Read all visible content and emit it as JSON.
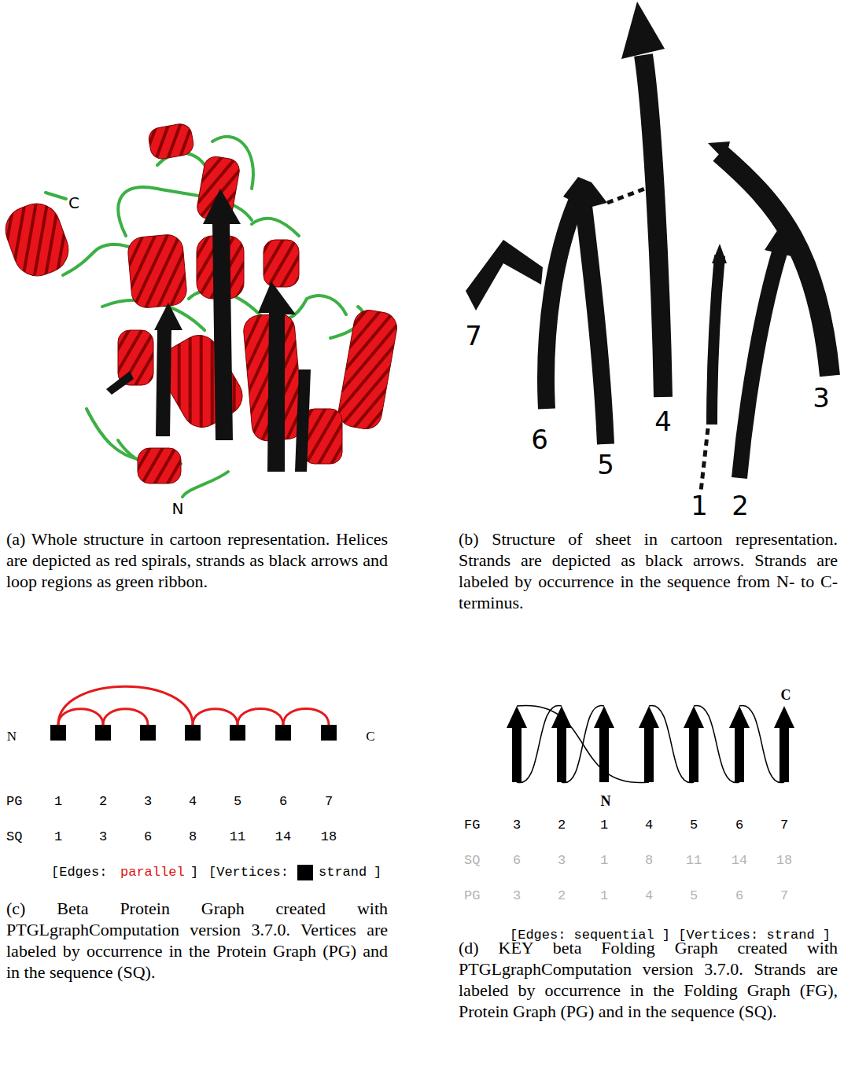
{
  "diagram": {
    "nodes": [
      {
        "text": [
          "1",
          "1"
        ]
      },
      {
        "text": [
          "2",
          "3"
        ]
      },
      {
        "text": [
          "3",
          "6"
        ]
      },
      {
        "text": [
          "4",
          "8"
        ]
      },
      {
        "text": [
          "5",
          "11"
        ]
      },
      {
        "text": [
          "6",
          "14"
        ]
      },
      {
        "text": [
          "7",
          "18"
        ]
      },
      {
        "text": [
          "3",
          "6",
          "3"
        ]
      },
      {
        "text": [
          "2",
          "3",
          "2"
        ]
      },
      {
        "text": [
          "1",
          "1",
          "1"
        ]
      },
      {
        "text": [
          "4",
          "8",
          "4"
        ]
      },
      {
        "text": [
          "5",
          "11",
          "5"
        ]
      },
      {
        "text": [
          "6",
          "14",
          "6"
        ]
      },
      {
        "text": [
          "7",
          "18",
          "7"
        ]
      }
    ],
    "edges": [
      {
        "from": 0,
        "to": 1,
        "arrow": "none"
      },
      {
        "from": 1,
        "to": 2,
        "arrow": "none"
      },
      {
        "from": 0,
        "to": 3,
        "arrow": "none"
      },
      {
        "from": 3,
        "to": 4,
        "arrow": "none"
      },
      {
        "from": 4,
        "to": 5,
        "arrow": "none"
      },
      {
        "from": 5,
        "to": 6,
        "arrow": "none"
      },
      {
        "from": 9,
        "to": 8,
        "arrow": "none"
      },
      {
        "from": 8,
        "to": 7,
        "arrow": "none"
      },
      {
        "from": 7,
        "to": 10,
        "arrow": "none"
      },
      {
        "from": 10,
        "to": 11,
        "arrow": "none"
      },
      {
        "from": 11,
        "to": 12,
        "arrow": "none"
      },
      {
        "from": 12,
        "to": 13,
        "arrow": "none"
      }
    ],
    "labels": [
      "C",
      "N",
      "7",
      "6",
      "5",
      "4",
      "1",
      "2",
      "3",
      "(a) Whole structure in cartoon representation. Helices are depicted as red spirals, strands as black arrows and loop regions as green ribbon.",
      "(b) Structure of sheet in cartoon representation. Strands are depicted as black arrows. Strands are labeled by occurrence in the sequence from N- to C-terminus.",
      "N",
      "C",
      "PG",
      "SQ",
      "[Edges:",
      "parallel",
      "]",
      "[Vertices:",
      "]",
      "(c) Beta Protein Graph created with PTGLgraphComputation version 3.7.0. Vertices are labeled by occurrence in the Protein Graph (PG) and in the sequence (SQ).",
      "C",
      "N",
      "FG",
      "SQ",
      "PG",
      "[Edges: sequential ] [Vertices: strand ]",
      "(d) KEY beta Folding Graph created with PTGLgraphComputation version 3.7.0. Strands are labeled by occurrence in the Folding Graph (FG), Protein Graph (PG) and in the sequence (SQ)."
    ],
    "legend": [
      {
        "text": "strand",
        "color": "#000000"
      }
    ]
  }
}
